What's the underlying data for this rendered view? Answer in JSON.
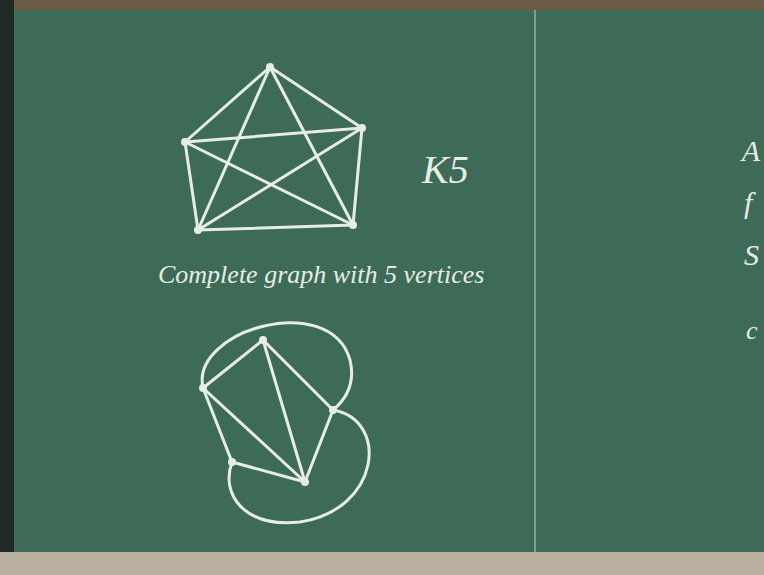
{
  "diagram": {
    "labels": [
      "K5",
      "Complete graph with 5 vertices",
      "A",
      "f",
      "S",
      "c"
    ]
  }
}
